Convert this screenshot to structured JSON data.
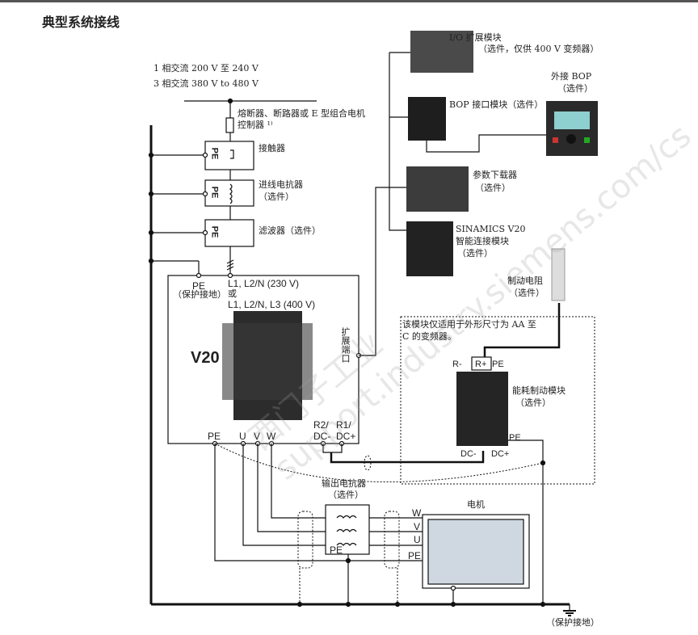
{
  "title": "典型系统接线",
  "supply": {
    "line1": "1 相交流 200 V 至 240 V",
    "line2": "3 相交流 380 V to 480 V"
  },
  "components": {
    "fuse": {
      "line1": "熔断器、断路器或 E 型组合电机",
      "line2": "控制器 ¹⁾"
    },
    "contactor": "接触器",
    "line_reactor": {
      "line1": "进线电抗器",
      "line2": "（选件）"
    },
    "filter": "滤波器（选件）",
    "pe_box_label": "PE",
    "io_module": {
      "line1": "I/O 扩展模块",
      "line2": "（选件，仅供 400 V 变频器）"
    },
    "bop_interface": "BOP 接口模块（选件）",
    "external_bop": {
      "line1": "外接 BOP",
      "line2": "（选件）"
    },
    "param_loader": {
      "line1": "参数下载器",
      "line2": "（选件）"
    },
    "smart_module": {
      "line1": "SINAMICS V20",
      "line2": "智能连接模块",
      "line3": "（选件）"
    },
    "brake_resistor": {
      "line1": "制动电阻",
      "line2": "（选件）"
    },
    "brake_note": {
      "line1": "该模块仅适用于外形尺寸为 AA 至",
      "line2": "C 的变频器。"
    },
    "brake_module": {
      "line1": "能耗制动模块",
      "line2": "（选件）",
      "r_minus": "R-",
      "r_plus": "R+",
      "pe": "PE",
      "pe2": "PE",
      "dc_minus": "DC-",
      "dc_plus": "DC+"
    },
    "output_reactor": {
      "line1": "输出电抗器",
      "line2": "（选件）",
      "pe": "PE"
    },
    "motor": {
      "label": "电机",
      "w": "W",
      "v": "V",
      "u": "U",
      "pe": "PE"
    },
    "ground": "（保护接地）"
  },
  "inverter": {
    "name": "V20",
    "pe_in": "PE",
    "pe_in_note": "（保护接地）",
    "input1": "L1, L2/N (230 V)",
    "or": "或",
    "input2": "L1, L2/N, L3 (400 V)",
    "expansion_port": "扩展端口",
    "out_pe": "PE",
    "out_u": "U",
    "out_v": "V",
    "out_w": "W",
    "r2": "R2/",
    "dcm": "DC-",
    "r1": "R1/",
    "dcp": "DC+"
  },
  "watermark": "西门子工业 support.industry.siemens.com/cs"
}
